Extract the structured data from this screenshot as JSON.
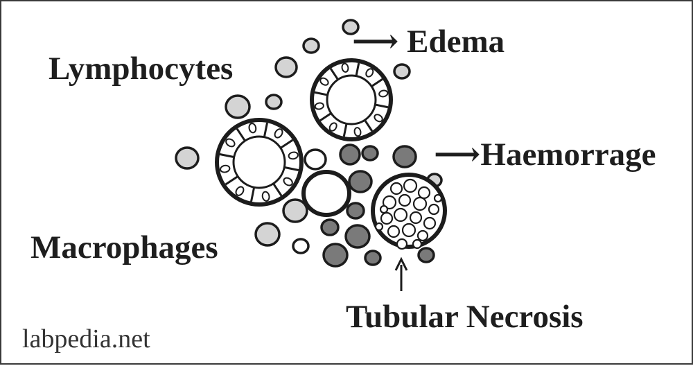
{
  "labels": {
    "lymphocytes": "Lymphocytes",
    "edema": "Edema",
    "edema_arrow": "⟶",
    "haemorrage": "Haemorrage",
    "haemorrage_arrow": "⟶",
    "macrophages": "Macrophages",
    "tubular_necrosis": "Tubular Necrosis",
    "site": "labpedia.net"
  },
  "colors": {
    "outline": "#1c1c1c",
    "light_cell": "#d4d4d4",
    "dark_cell": "#7a7a7a",
    "white_cell": "#ffffff",
    "background": "#ffffff"
  },
  "icons": {
    "tubule": "tubule-cross-section",
    "necrotic_tubule": "necrotic-tubule",
    "up_arrow": "up-arrow-icon"
  }
}
